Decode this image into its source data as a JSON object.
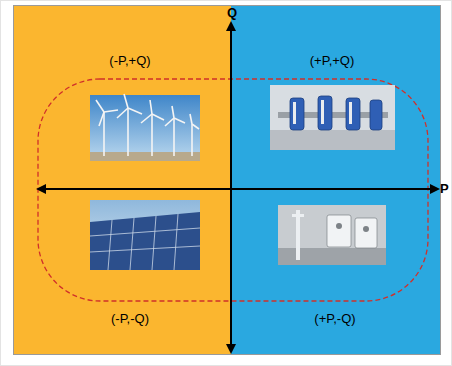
{
  "diagram": {
    "labels": [
      "Q",
      "P",
      "(-P,+Q)",
      "(+P,+Q)",
      "(-P,-Q)",
      "(+P,-Q)"
    ]
  }
}
